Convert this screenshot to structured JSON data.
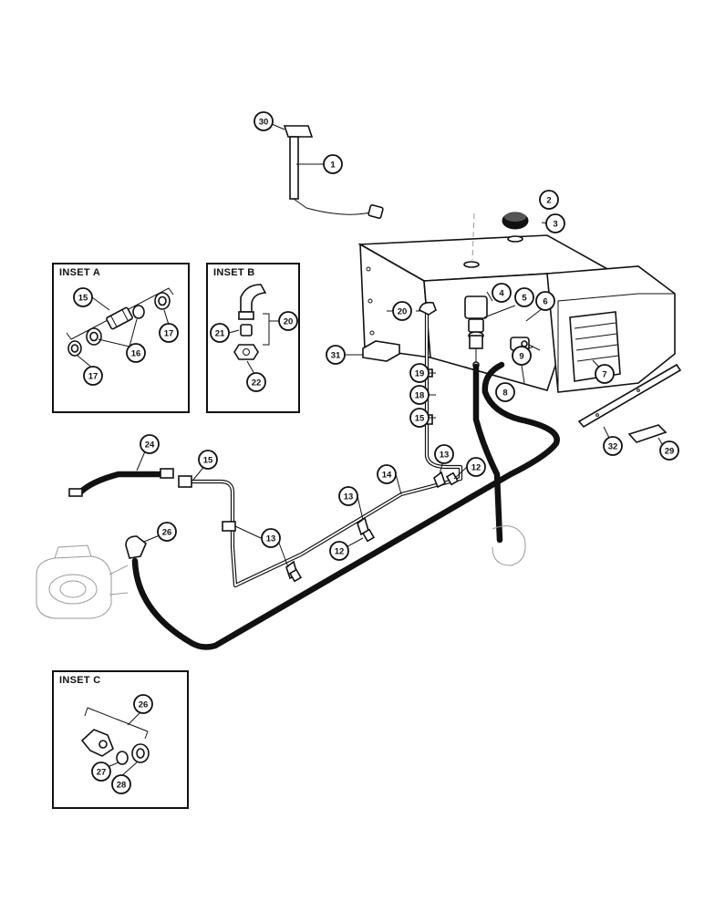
{
  "insets": {
    "a": {
      "title": "INSET A"
    },
    "b": {
      "title": "INSET B"
    },
    "c": {
      "title": "INSET C"
    }
  },
  "callouts": {
    "c1": "1",
    "c2": "2",
    "c3": "3",
    "c4": "4",
    "c5": "5",
    "c6": "6",
    "c7": "7",
    "c8": "8",
    "c9": "9",
    "c12a": "12",
    "c12b": "12",
    "c13a": "13",
    "c13b": "13",
    "c13c": "13",
    "c14": "14",
    "c15a": "15",
    "c15b": "15",
    "c15c": "15",
    "c16": "16",
    "c17a": "17",
    "c17b": "17",
    "c18": "18",
    "c19": "19",
    "c20a": "20",
    "c20b": "20",
    "c21": "21",
    "c22": "22",
    "c24": "24",
    "c26a": "26",
    "c26b": "26",
    "c27": "27",
    "c28": "28",
    "c29": "29",
    "c30": "30",
    "c31": "31",
    "c32": "32"
  }
}
